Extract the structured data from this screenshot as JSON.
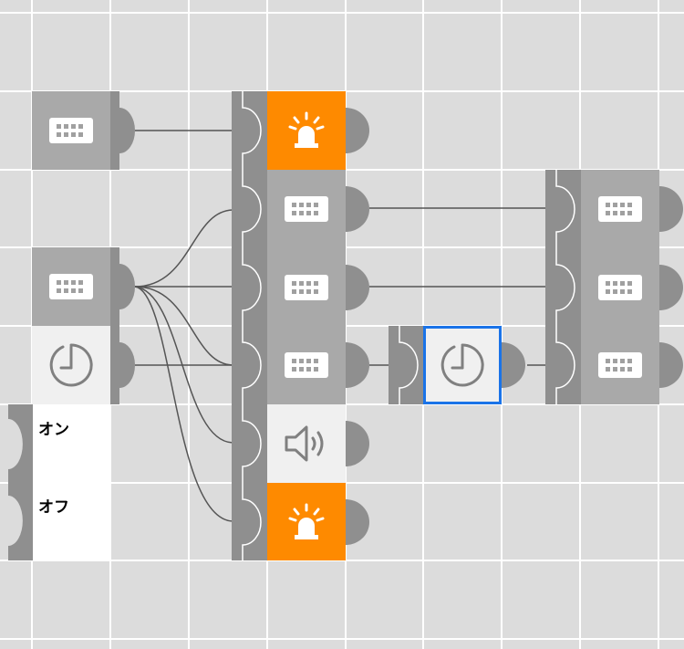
{
  "canvas": {
    "background": "#dcdcdc",
    "grid_line_color": "#ffffff",
    "tile_gray": "#a9a9a9",
    "tile_dark": "#8f8f8f",
    "tile_light": "#f0f0f0",
    "alarm_orange": "#fe8a00",
    "selection_color": "#1a73e8",
    "wire_color": "#555555"
  },
  "switch_panel": {
    "on_label": "オン",
    "off_label": "オフ"
  },
  "icons": {
    "keypad": "keypad-icon",
    "timer": "timer-icon",
    "beacon": "beacon-light-icon",
    "speaker": "speaker-icon"
  },
  "selected_node": "timer-node"
}
